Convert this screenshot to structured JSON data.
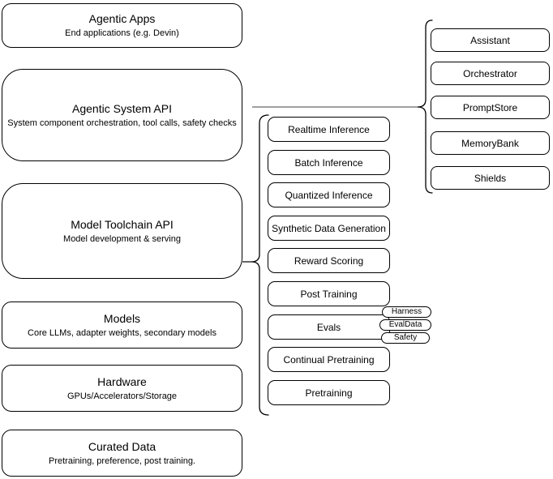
{
  "diagram": {
    "stack": [
      {
        "title": "Agentic Apps",
        "subtitle": "End applications (e.g. Devin)"
      },
      {
        "title": "Agentic System API",
        "subtitle": "System component orchestration, tool calls, safety checks"
      },
      {
        "title": "Model Toolchain API",
        "subtitle": "Model development & serving"
      },
      {
        "title": "Models",
        "subtitle": "Core LLMs, adapter weights, secondary models"
      },
      {
        "title": "Hardware",
        "subtitle": "GPUs/Accelerators/Storage"
      },
      {
        "title": "Curated Data",
        "subtitle": "Pretraining, preference, post training."
      }
    ],
    "toolchain_items": [
      "Realtime Inference",
      "Batch Inference",
      "Quantized Inference",
      "Synthetic Data Generation",
      "Reward Scoring",
      "Post Training",
      "Evals",
      "Continual Pretraining",
      "Pretraining"
    ],
    "eval_tags": [
      "Harness",
      "EvalData",
      "Safety"
    ],
    "system_components": [
      "Assistant",
      "Orchestrator",
      "PromptStore",
      "MemoryBank",
      "Shields"
    ],
    "colors": {
      "stroke": "#000000",
      "background": "#ffffff",
      "connector_gray": "#808080"
    }
  }
}
